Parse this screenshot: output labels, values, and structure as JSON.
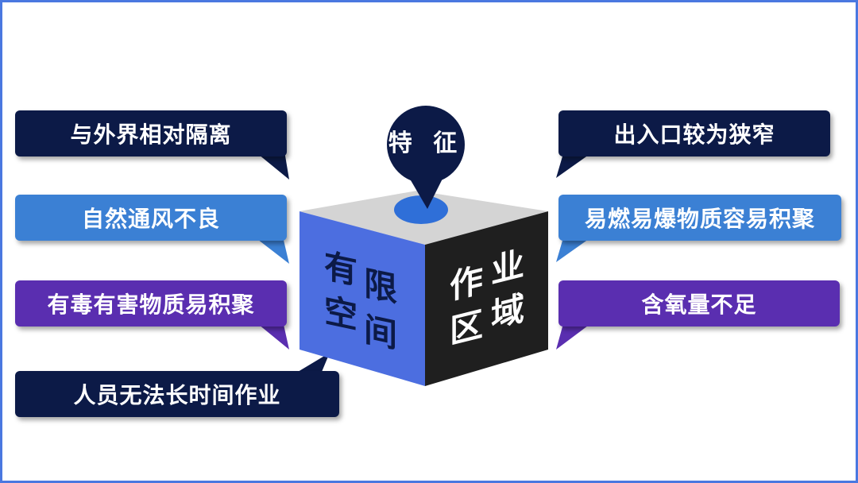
{
  "center": {
    "bubble_label": "特 征",
    "left_face": [
      "有",
      "限",
      "空",
      "间"
    ],
    "right_face": [
      "作",
      "业",
      "区",
      "域"
    ]
  },
  "left_callouts": [
    {
      "label": "与外界相对隔离",
      "color": "#0c1a47"
    },
    {
      "label": "自然通风不良",
      "color": "#3b80d4"
    },
    {
      "label": "有毒有害物质易积聚",
      "color": "#5a2eb0"
    },
    {
      "label": "人员无法长时间作业",
      "color": "#0c1a47"
    }
  ],
  "right_callouts": [
    {
      "label": "出入口较为狭窄",
      "color": "#0c1a47"
    },
    {
      "label": "易燃易爆物质容易积聚",
      "color": "#3b80d4"
    },
    {
      "label": "含氧量不足",
      "color": "#5a2eb0"
    }
  ],
  "colors": {
    "border": "#4a78e0",
    "cube_top": "#d4d4d4",
    "cube_left": "#4c6ee0",
    "cube_right": "#1f1f1f",
    "bubble": "#0c1a47",
    "bubble_base": "#2f6fd8"
  }
}
